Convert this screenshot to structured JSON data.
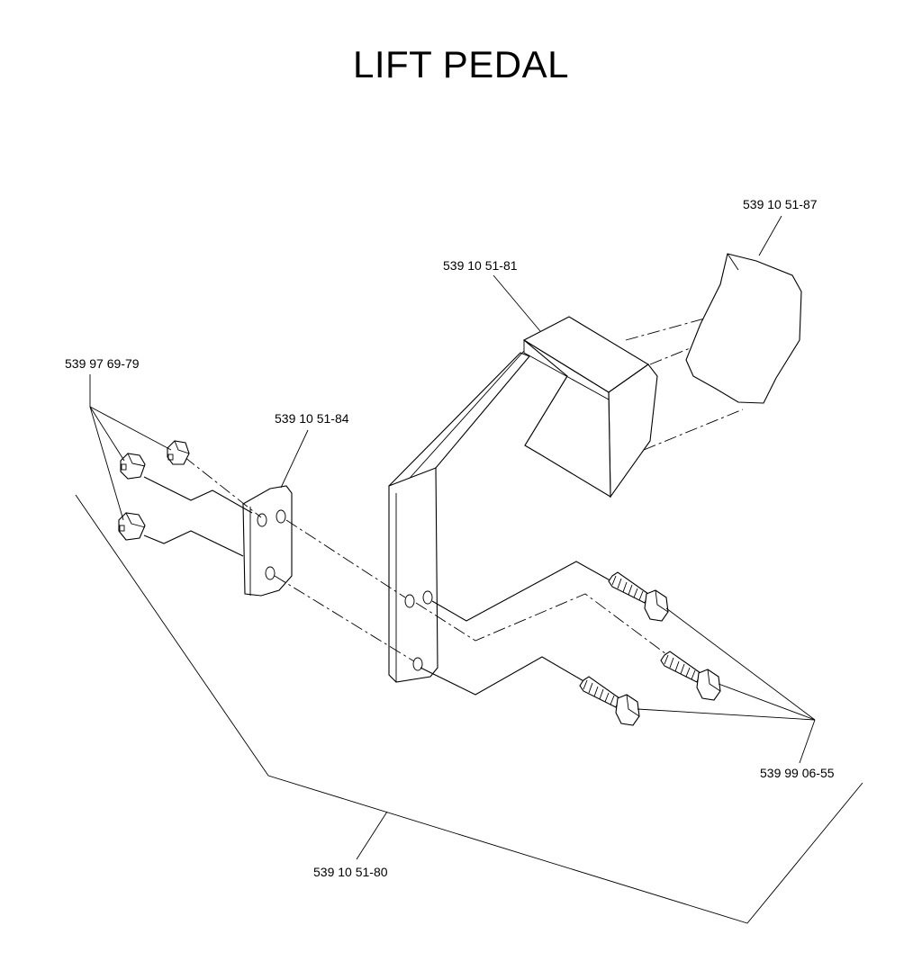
{
  "title": "LIFT PEDAL",
  "parts": {
    "pedal_pad": "539 10 51-87",
    "pedal_bracket": "539 10 51-81",
    "locknuts": "539 97 69-79",
    "plate": "539 10 51-84",
    "bolts": "539 99 06-55",
    "assembly": "539 10 51-80"
  }
}
